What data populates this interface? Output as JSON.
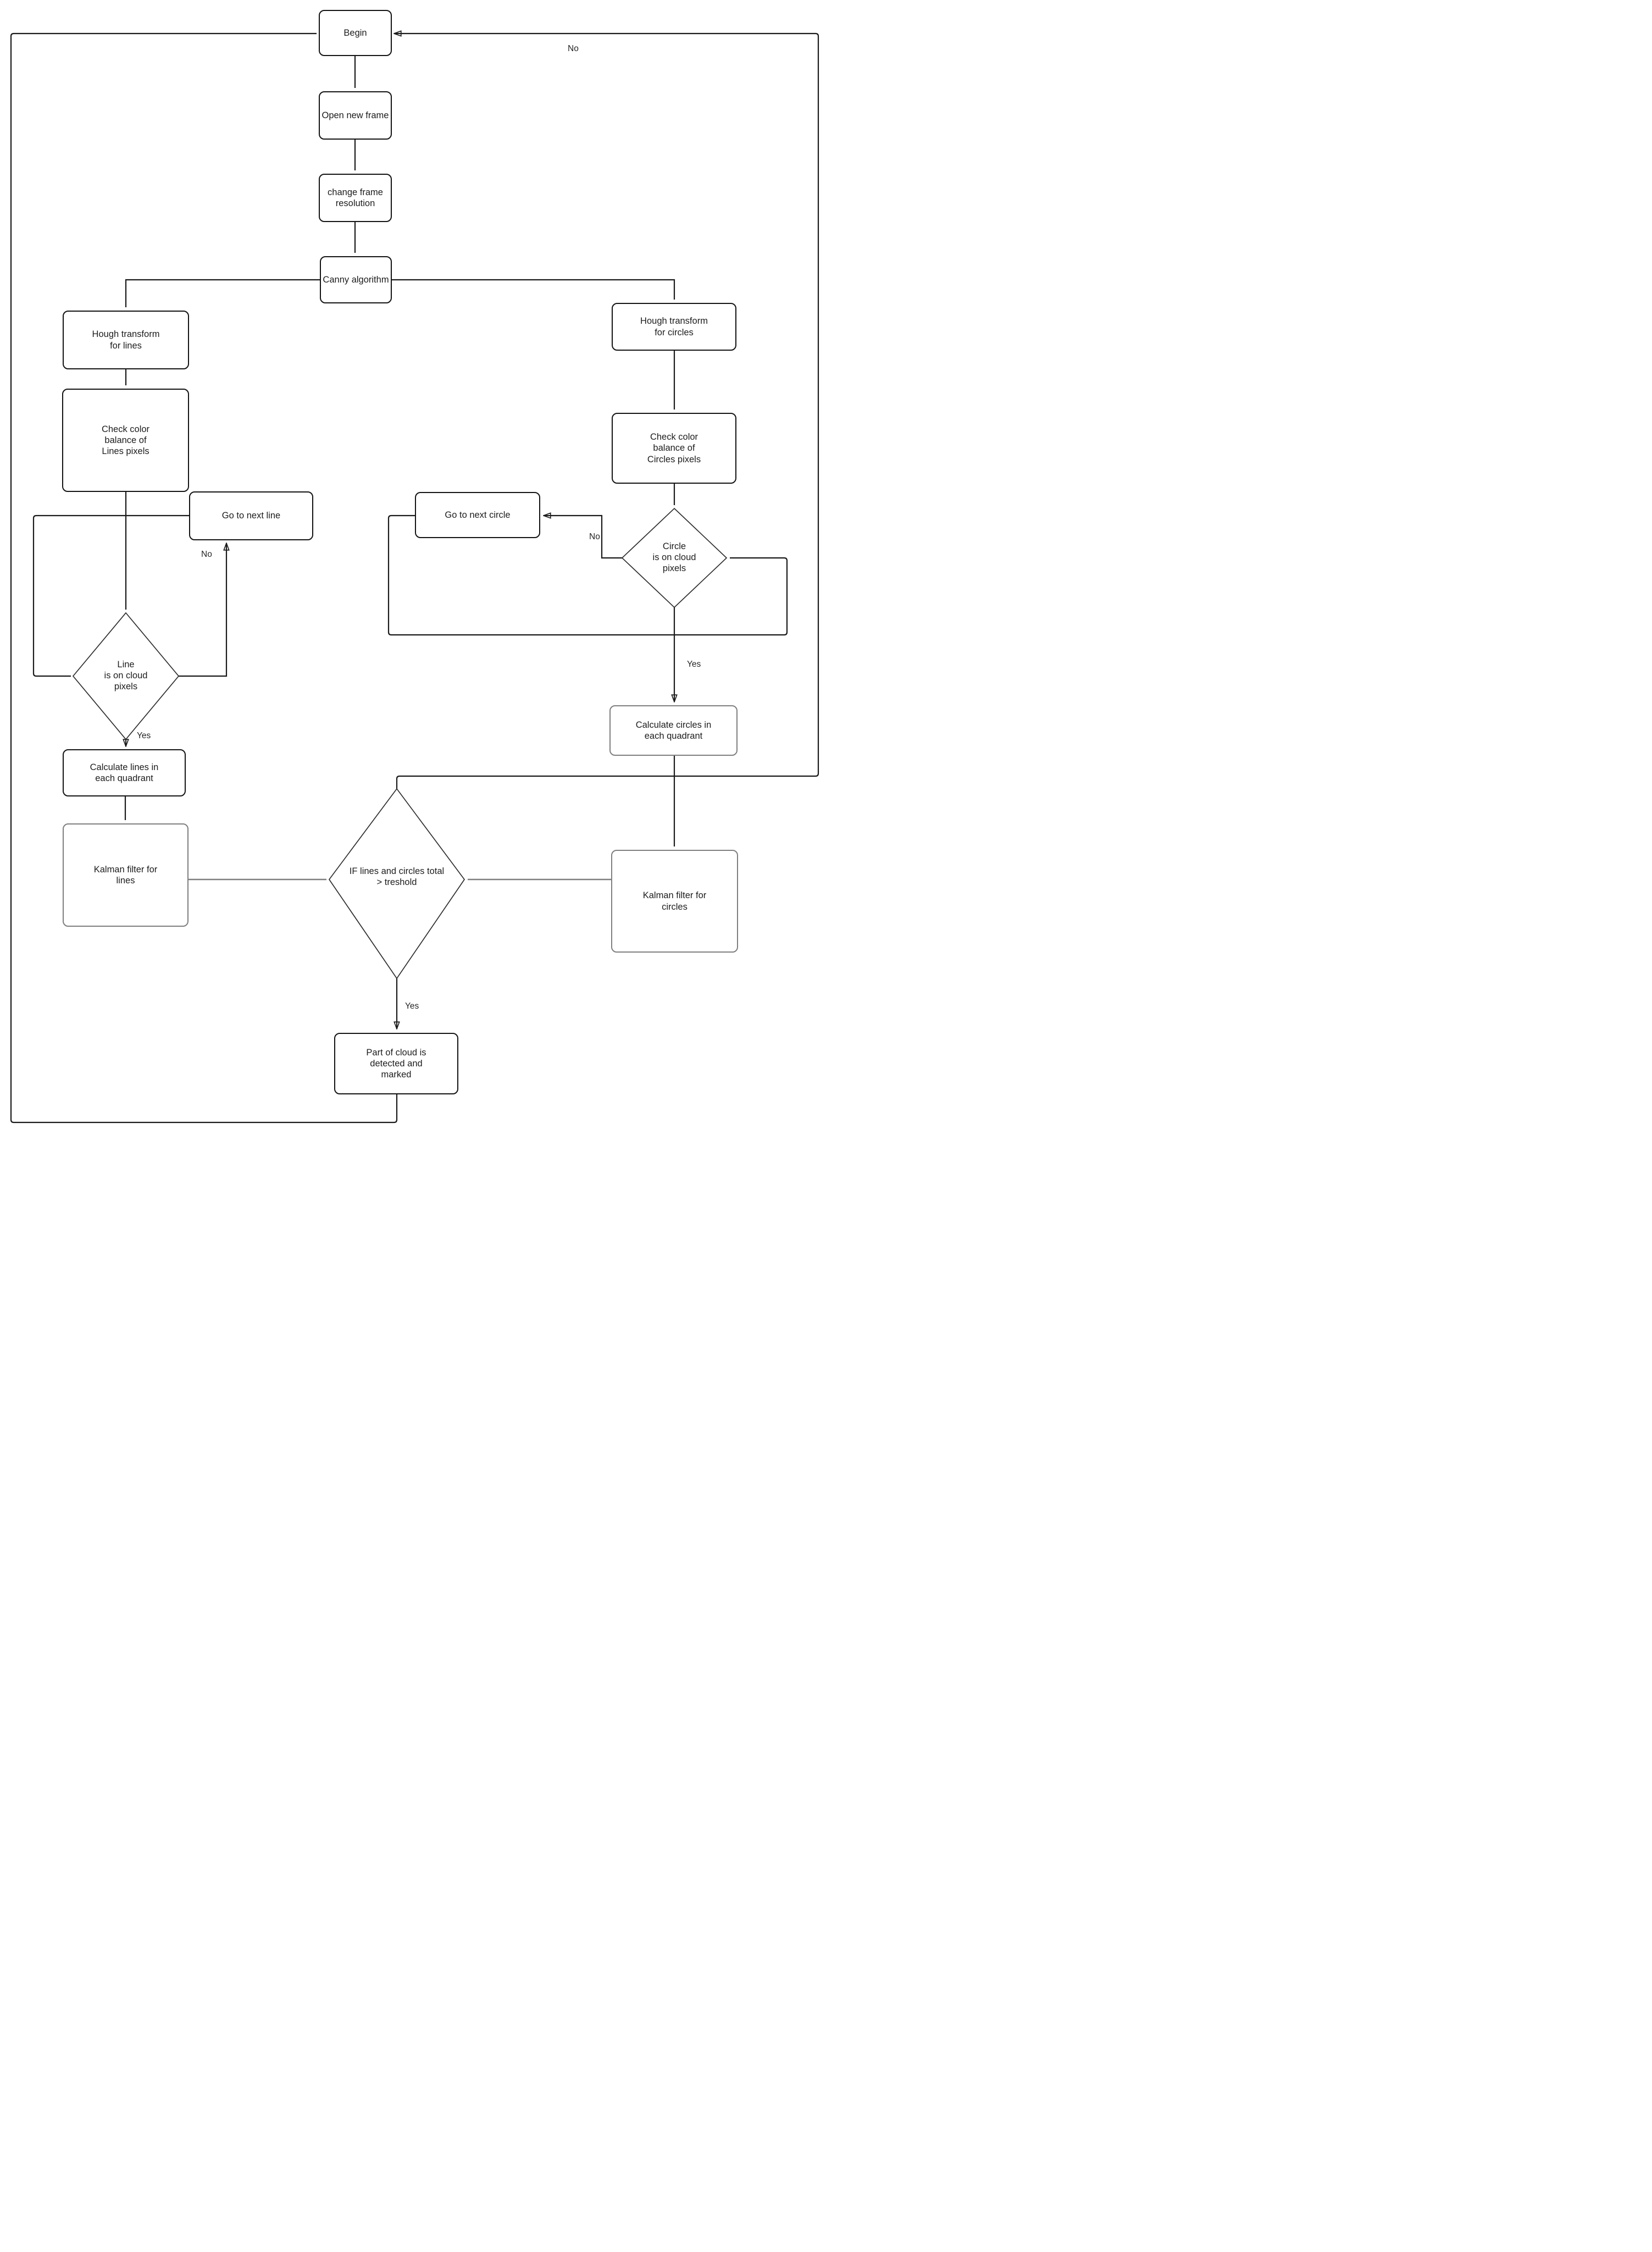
{
  "diagram": {
    "nodes": {
      "begin": {
        "label": "Begin"
      },
      "open_frame": {
        "label": "Open new frame"
      },
      "change_resolution": {
        "label": "change frame\nresolution"
      },
      "canny": {
        "label": "Canny algorithm"
      },
      "hough_lines": {
        "label": "Hough transform\nfor lines"
      },
      "check_lines": {
        "label": "Check color\nbalance of\nLines pixels"
      },
      "go_next_line": {
        "label": "Go to next line"
      },
      "line_on_cloud": {
        "label": "Line\nis on cloud\npixels"
      },
      "calc_lines": {
        "label": "Calculate lines in\neach quadrant"
      },
      "kalman_lines": {
        "label": "Kalman filter for\nlines"
      },
      "hough_circles": {
        "label": "Hough transform\nfor circles"
      },
      "check_circles": {
        "label": "Check color\nbalance of\nCircles pixels"
      },
      "go_next_circle": {
        "label": "Go to next circle"
      },
      "circle_on_cloud": {
        "label": "Circle\nis on cloud\npixels"
      },
      "calc_circles": {
        "label": "Calculate circles in\neach quadrant"
      },
      "kalman_circles": {
        "label": "Kalman filter for\ncircles"
      },
      "threshold_check": {
        "label": "IF lines and circles total\n> treshold"
      },
      "part_cloud": {
        "label": "Part of cloud is\ndetected and\nmarked"
      }
    },
    "labels": {
      "yes": "Yes",
      "no": "No"
    },
    "colors": {
      "line": "#1a1a1a",
      "gray": "#7f7f7f",
      "background": "#ffffff",
      "text": "#1c1c1c"
    }
  }
}
